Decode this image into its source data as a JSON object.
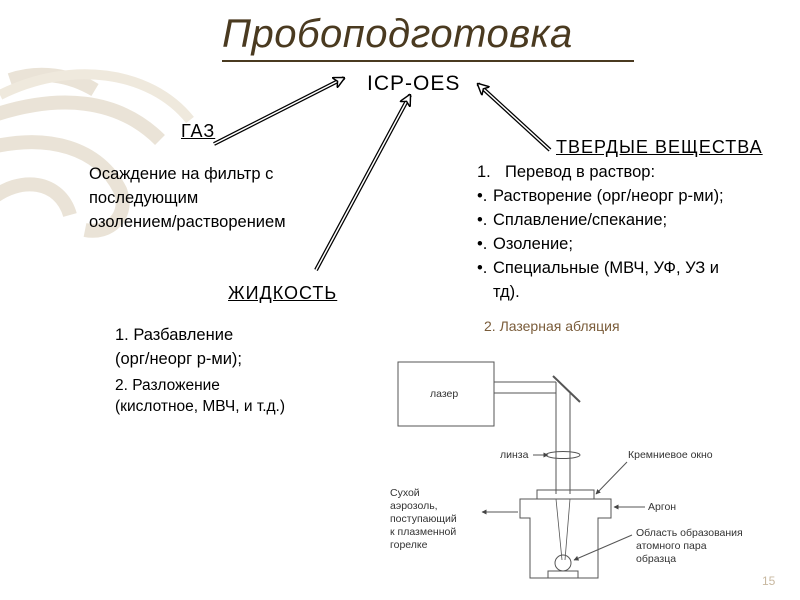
{
  "title": "Пробоподготовка",
  "icp_label": "ICP-OES",
  "gas": {
    "heading": "ГАЗ",
    "text_lines": [
      "Осаждение на фильтр с",
      "последующим",
      "озолением/растворением"
    ]
  },
  "solid": {
    "heading": "ТВЕРДЫЕ ВЕЩЕСТВА",
    "numbered_item": {
      "num": "1.",
      "text": "Перевод в раствор:"
    },
    "bullets": [
      "Растворение (орг/неорг р-ми);",
      "Сплавление/спекание;",
      "Озоление;",
      "Специальные (МВЧ, УФ, УЗ и"
    ],
    "bullet_continuation": "тд).",
    "bullet_marker": "•."
  },
  "liquid": {
    "heading": "ЖИДКОСТЬ",
    "lines": [
      "1. Разбавление",
      "(орг/неорг р-ми);",
      "2. Разложение",
      "(кислотное, МВЧ, и т.д.)"
    ]
  },
  "laser": {
    "title": "2. Лазерная абляция",
    "labels": {
      "laser": "лазер",
      "lens": "линза",
      "silicon_window": "Кремниевое окно",
      "argon": "Аргон",
      "dry_aerosol": [
        "Сухой",
        "аэрозоль,",
        "поступающий",
        "к плазменной",
        "горелке"
      ],
      "vapor_area": [
        "Область образования",
        "атомного пара",
        "образца"
      ]
    }
  },
  "page_number": "15",
  "colors": {
    "title": "#4a3a20",
    "laser_title": "#7a5c3a",
    "background_swirl": "#e8e1d3",
    "page_number": "#c8b8a0"
  }
}
